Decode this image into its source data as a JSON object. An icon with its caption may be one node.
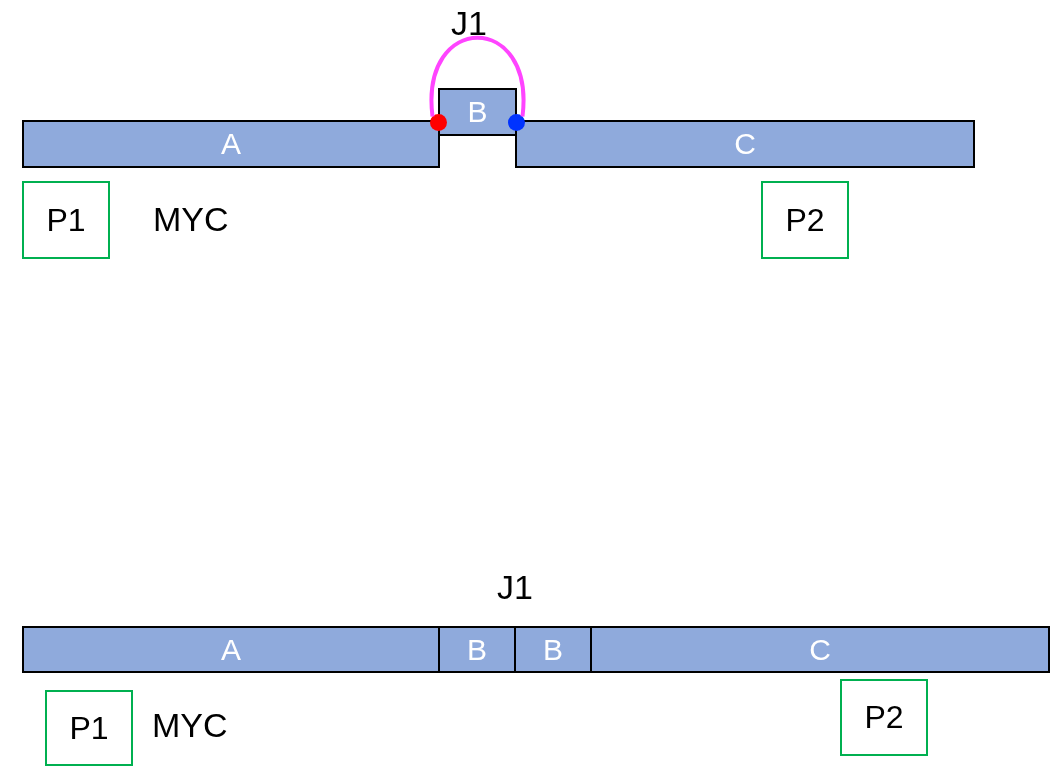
{
  "diagram": {
    "nodes": [
      {
        "text": [
          "A"
        ]
      },
      {
        "text": [
          "B"
        ]
      },
      {
        "text": [
          "C"
        ]
      },
      {
        "text": [],
        "shape": "circle"
      },
      {
        "text": [],
        "shape": "circle"
      },
      {
        "text": [
          "P1"
        ]
      },
      {
        "text": [
          "P2"
        ]
      },
      {
        "text": [
          "A"
        ]
      },
      {
        "text": [
          "B"
        ]
      },
      {
        "text": [
          "B"
        ]
      },
      {
        "text": [
          "C"
        ]
      },
      {
        "text": [
          "P1"
        ]
      },
      {
        "text": [
          "P2"
        ]
      }
    ],
    "edges": [
      {
        "from": 3,
        "to": 4,
        "arrow": "none"
      }
    ],
    "labels": [
      "J1",
      "MYC",
      "J1",
      "MYC"
    ]
  }
}
